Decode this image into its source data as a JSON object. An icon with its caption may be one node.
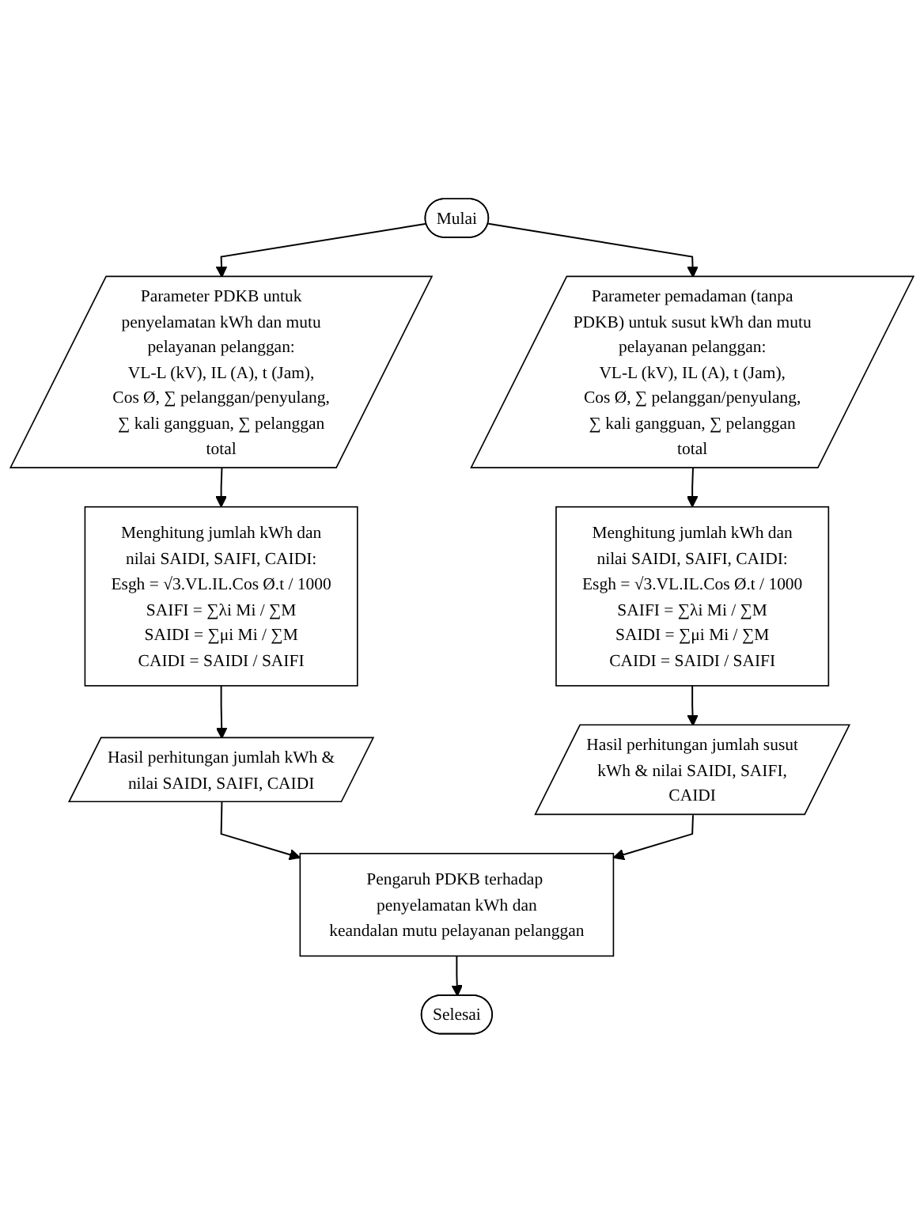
{
  "diagram": {
    "nodes": [
      {
        "text": [
          "Mulai"
        ]
      },
      {
        "text": [
          "Parameter PDKB untuk penyelamatan kWh dan mutu pelayanan pelanggan:",
          "VL-L (kV), IL (A), t (Jam), Cos Ø, ∑ pelanggan/penyulang, ∑ kali gangguan, ∑ pelanggan total"
        ]
      },
      {
        "text": [
          "Parameter pemadaman (tanpa PDKB) untuk susut kWh dan mutu pelayanan pelanggan:",
          "VL-L (kV), IL (A), t (Jam), Cos Ø, ∑ pelanggan/penyulang, ∑ kali gangguan, ∑ pelanggan total"
        ]
      },
      {
        "text": [
          "Menghitung jumlah kWh dan nilai SAIDI, SAIFI, CAIDI:",
          "Esgh = √3.VL.IL.Cos Ø.t / 1000",
          "SAIFI = ∑λi Mi / ∑M",
          "SAIDI = ∑μi Mi / ∑M",
          "CAIDI = SAIDI / SAIFI"
        ]
      },
      {
        "text": [
          "Menghitung jumlah kWh dan nilai SAIDI, SAIFI, CAIDI:",
          "Esgh = √3.VL.IL.Cos Ø.t / 1000",
          "SAIFI = ∑λi Mi / ∑M",
          "SAIDI = ∑μi Mi / ∑M",
          "CAIDI = SAIDI / SAIFI"
        ]
      },
      {
        "text": [
          "Hasil perhitungan jumlah kWh & nilai SAIDI, SAIFI, CAIDI"
        ]
      },
      {
        "text": [
          "Hasil perhitungan jumlah susut kWh & nilai SAIDI, SAIFI, CAIDI"
        ]
      },
      {
        "text": [
          "Pengaruh PDKB terhadap penyelamatan kWh dan keandalan mutu pelayanan pelanggan"
        ]
      },
      {
        "text": [
          "Selesai"
        ]
      }
    ],
    "edges": [
      {
        "from": 0,
        "to": 1,
        "arrow": "to"
      },
      {
        "from": 0,
        "to": 2,
        "arrow": "to"
      },
      {
        "from": 1,
        "to": 3,
        "arrow": "to"
      },
      {
        "from": 2,
        "to": 4,
        "arrow": "to"
      },
      {
        "from": 3,
        "to": 5,
        "arrow": "to"
      },
      {
        "from": 4,
        "to": 6,
        "arrow": "to"
      },
      {
        "from": 5,
        "to": 7,
        "arrow": "to"
      },
      {
        "from": 6,
        "to": 7,
        "arrow": "to"
      },
      {
        "from": 7,
        "to": 8,
        "arrow": "to"
      }
    ]
  }
}
